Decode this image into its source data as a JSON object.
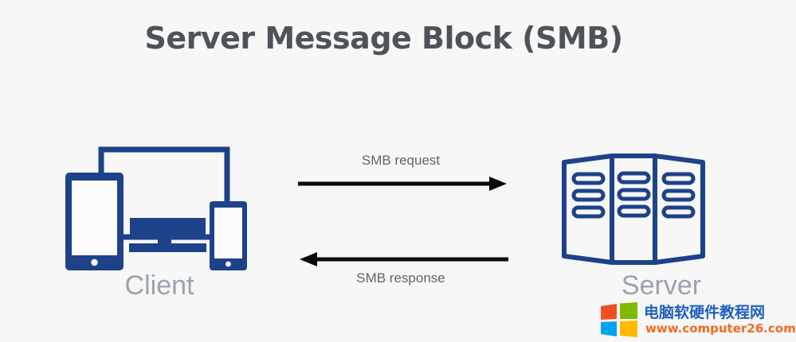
{
  "page": {
    "title": "Server Message Block (SMB)",
    "background_color": "#f7f7f7",
    "accent_blue": "#1e4289",
    "arrow_color": "#0a0a0a",
    "title_color": "#4d5359",
    "node_label_color": "#9aa3ad"
  },
  "nodes": {
    "client": {
      "label": "Client",
      "devices": [
        "monitor-icon",
        "tablet-icon",
        "phone-icon"
      ]
    },
    "server": {
      "label": "Server",
      "icon": "server-rack-icon",
      "panels": 3,
      "slots_per_panel": 3
    }
  },
  "flows": [
    {
      "label": "SMB request",
      "direction": "client-to-server",
      "label_position": "above"
    },
    {
      "label": "SMB response",
      "direction": "server-to-client",
      "label_position": "below"
    }
  ],
  "watermark": {
    "site_name": "电脑软硬件教程网",
    "url": "www.computer26.com",
    "logo_colors": {
      "top_left": "#f25022",
      "top_right": "#7fba00",
      "bottom_left": "#00a4ef",
      "bottom_right": "#ffb900"
    }
  }
}
